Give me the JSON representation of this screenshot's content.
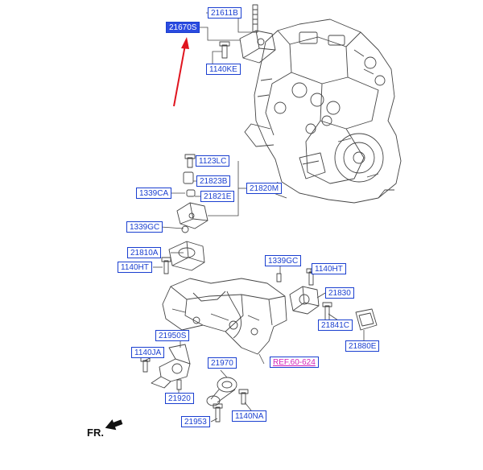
{
  "labels": {
    "p21670S": "21670S",
    "p21611B": "21611B",
    "p1140KE": "1140KE",
    "p1123LC": "1123LC",
    "p21823B": "21823B",
    "p21820M": "21820M",
    "p1339CA": "1339CA",
    "p21821E": "21821E",
    "p1339GC_left": "1339GC",
    "p21810A": "21810A",
    "p1140HT_left": "1140HT",
    "p1339GC_right": "1339GC",
    "p1140HT_right": "1140HT",
    "p21830": "21830",
    "p21841C": "21841C",
    "p21880E": "21880E",
    "p21950S": "21950S",
    "p1140JA": "1140JA",
    "p21970": "21970",
    "ref": "REF.60-624",
    "p21920": "21920",
    "p21953": "21953",
    "p1140NA": "1140NA"
  },
  "front_marker": "FR.",
  "colors": {
    "label_border": "#1a3fd0",
    "label_text": "#1a3fd0",
    "highlight_fill": "#2b4be0",
    "ref_text": "#d21fb8",
    "pointer_arrow": "#e0141e",
    "drawing_line": "#444444"
  }
}
